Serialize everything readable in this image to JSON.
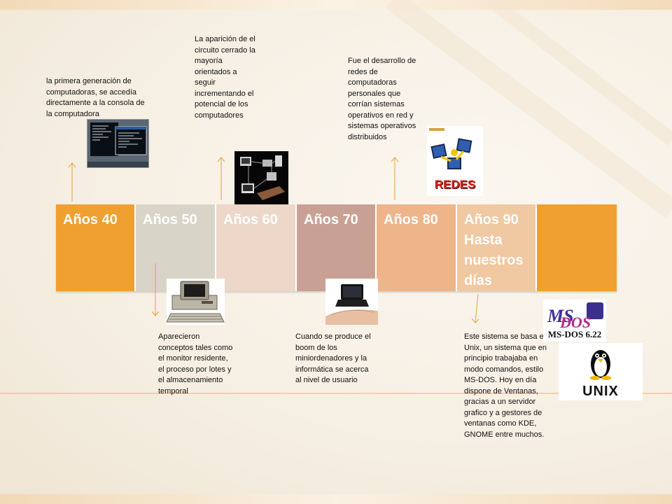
{
  "timeline": {
    "decades": [
      {
        "label": "Años 40",
        "color": "#f0a030"
      },
      {
        "label": "Años 50",
        "color": "#d8d4c8"
      },
      {
        "label": "Años 60",
        "color": "#ecd7c8"
      },
      {
        "label": "Años 70",
        "color": "#c9a194"
      },
      {
        "label": "Años  80",
        "color": "#eeb48a"
      },
      {
        "label": "Años 90 Hasta nuestros días",
        "color": "#f0c8a2"
      },
      {
        "label": "",
        "color": "#f0a030"
      }
    ]
  },
  "notes": {
    "decade_40": "la primera generación de computadoras, se accedía directamente a la consola de la computadora",
    "decade_50": "Aparecieron conceptos tales como el monitor residente, el proceso por lotes y el almacenamiento temporal",
    "decade_60": "La aparición de el circuito cerrado la mayoría orientados a seguir incrementando el potencial de los computadores",
    "decade_70": "Cuando se produce el boom de los miniordenadores y la informática se acerca al nivel de usuario",
    "decade_80": "Fue el desarrollo de redes de computadoras personales que corrían sistemas operativos en red y sistemas operativos distribuidos",
    "decade_90": "Este sistema se basa en Unix, un sistema que en principio trabajaba en modo comandos, estilo MS-DOS. Hoy en día dispone de Ventanas, gracias a un servidor grafico y a gestores de ventanas como KDE, GNOME entre muchos."
  },
  "images": {
    "redes_label": "REDES",
    "msdos_label": "MS-DOS 6.22",
    "unix_label": "UNIX"
  }
}
